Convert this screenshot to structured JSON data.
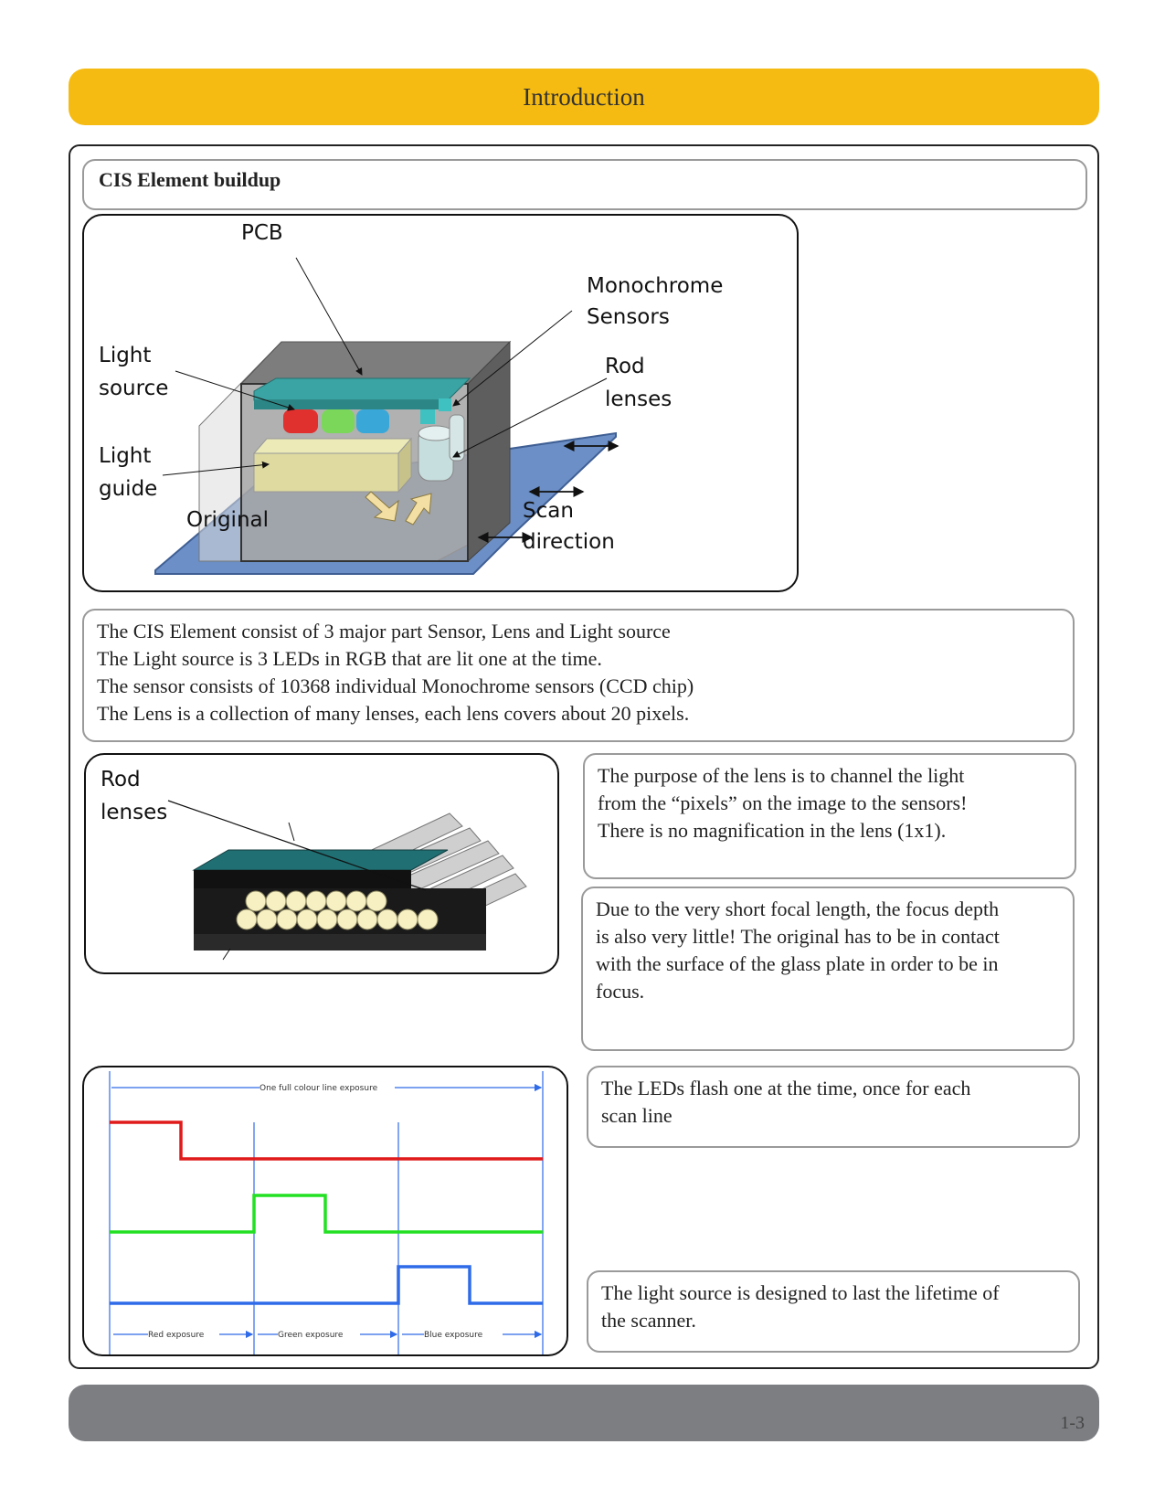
{
  "header": {
    "title": "Introduction"
  },
  "section": {
    "title": "CIS Element buildup"
  },
  "diagram1": {
    "pcb": "PCB",
    "mono_1": "Monochrome",
    "mono_2": "Sensors",
    "light_source_1": "Light",
    "light_source_2": "source",
    "rod_1": "Rod",
    "rod_2": "lenses",
    "light_guide_1": "Light",
    "light_guide_2": "guide",
    "original": "Original",
    "scan_1": "Scan",
    "scan_2": "direction"
  },
  "intro_text": [
    "The CIS Element consist of 3 major part Sensor, Lens and Light source",
    "The Light source is 3 LEDs in RGB that are lit one at the time.",
    "The sensor consists of 10368 individual Monochrome sensors (CCD chip)",
    "The Lens is a collection of many lenses, each lens covers about 20 pixels."
  ],
  "diagram2": {
    "rod_1": "Rod",
    "rod_2": "lenses"
  },
  "lens_purpose": [
    "The purpose of the lens is to channel the light",
    "from the “pixels” on the image to the sensors!",
    "There is no magnification in the lens (1x1)."
  ],
  "focus_text": [
    "Due to the very short focal length, the focus depth",
    "is also very little! The original has to be in contact",
    "with the surface of the glass plate in order to be in",
    "focus."
  ],
  "timing": {
    "top_label": "One full colour line exposure",
    "red_label": "Red exposure",
    "green_label": "Green exposure",
    "blue_label": "Blue exposure",
    "colors": {
      "red": "#e01a1a",
      "green": "#22e022",
      "blue": "#2f6be8"
    }
  },
  "leds_text": [
    "The LEDs flash one at the time, once for each",
    "scan line"
  ],
  "lifetime_text": [
    "The light source is designed to last the lifetime of",
    "the scanner."
  ],
  "footer": {
    "page_number": "1-3"
  }
}
